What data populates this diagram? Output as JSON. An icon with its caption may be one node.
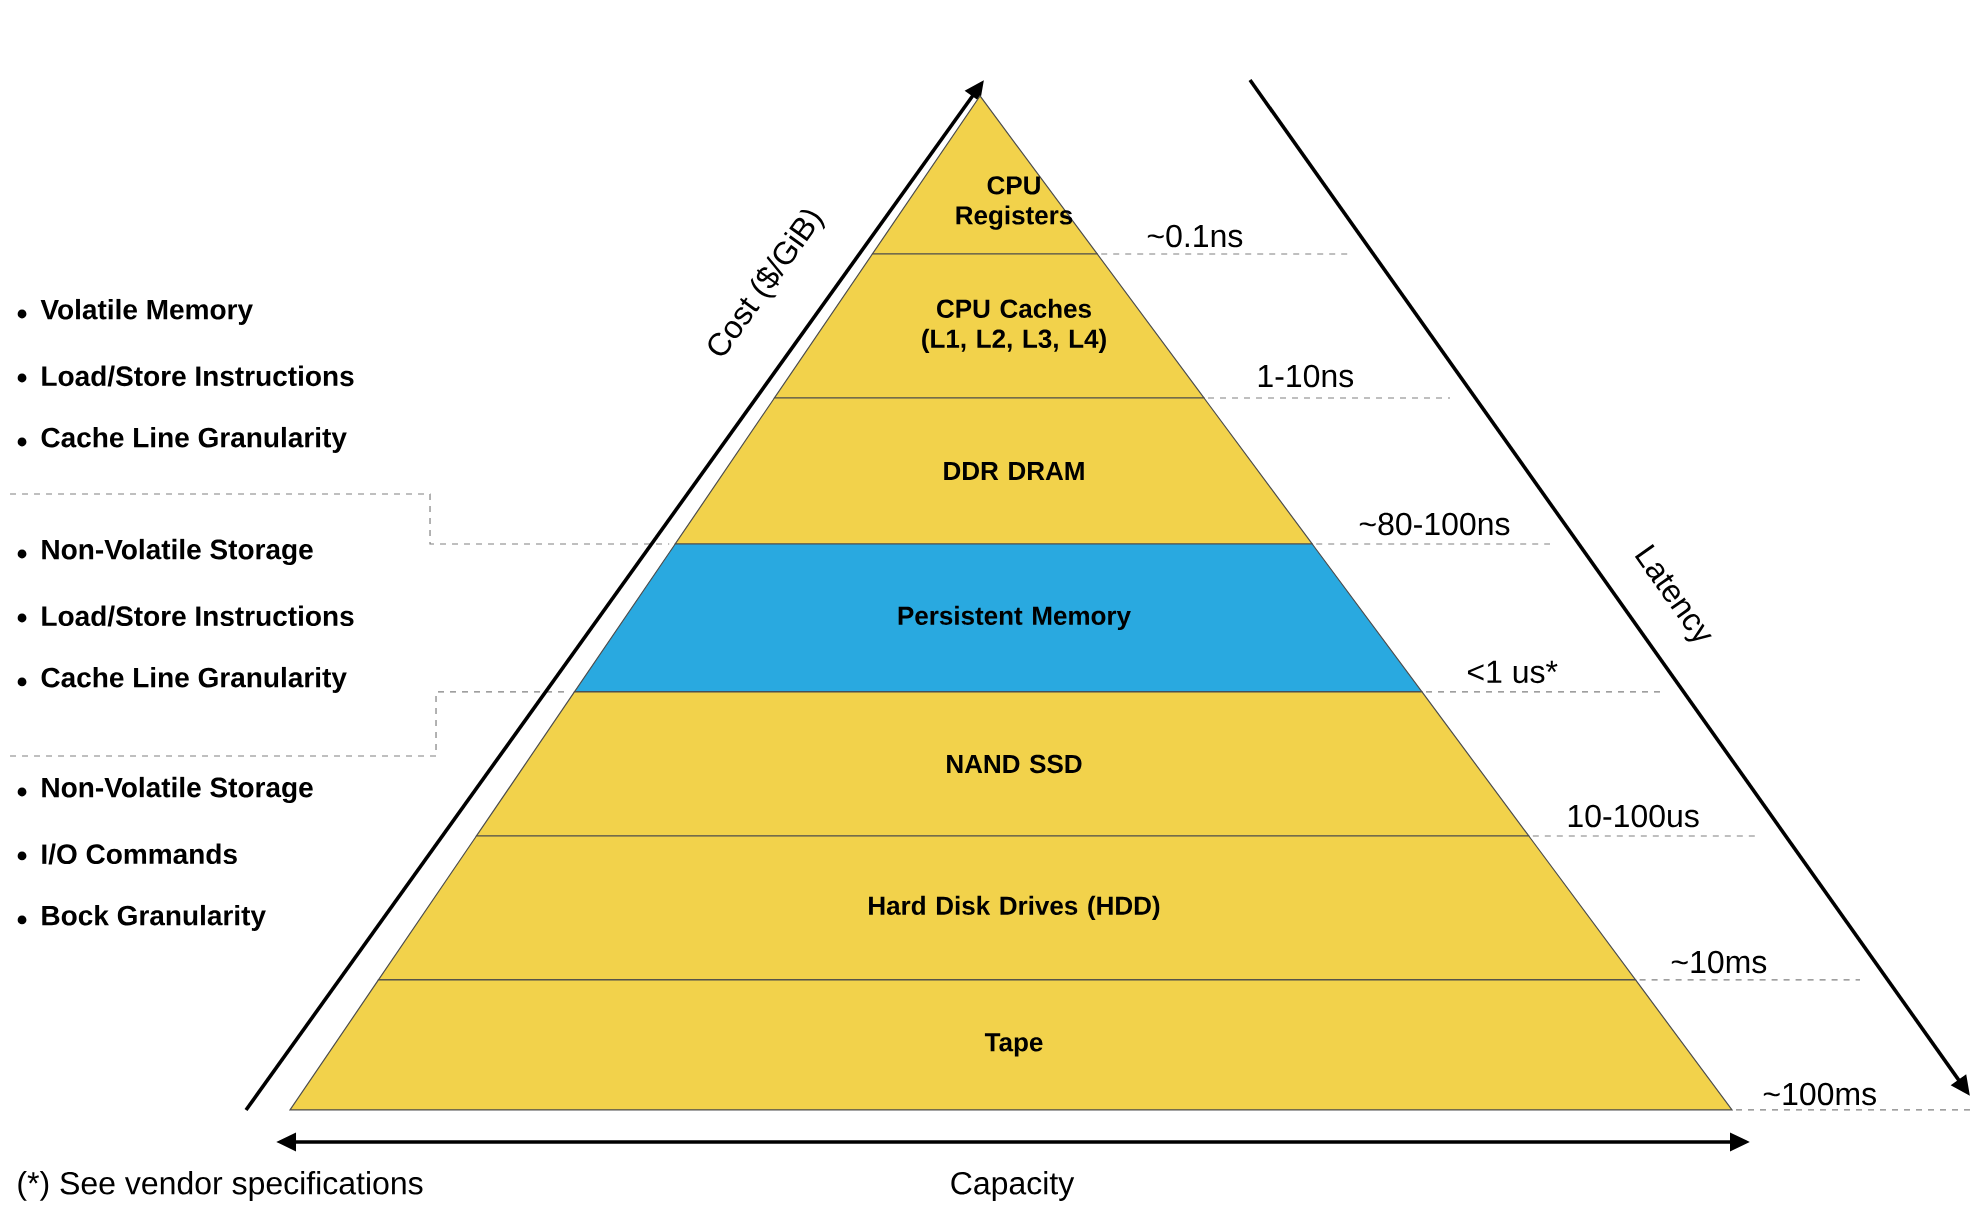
{
  "diagram": {
    "nodes": [
      {
        "text": [
          "CPU Registers"
        ]
      },
      {
        "text": [
          "CPU Caches (L1, L2, L3, L4)"
        ]
      },
      {
        "text": [
          "DDR DRAM"
        ]
      },
      {
        "text": [
          "Persistent Memory"
        ]
      },
      {
        "text": [
          "NAND SSD"
        ]
      },
      {
        "text": [
          "Hard Disk Drives (HDD)"
        ]
      },
      {
        "text": [
          "Tape"
        ]
      }
    ],
    "labels": [
      "Volatile Memory",
      "Load/Store Instructions",
      "Cache Line Granularity",
      "Non-Volatile Storage",
      "Load/Store Instructions",
      "Cache Line Granularity",
      "Non-Volatile Storage",
      "I/O Commands",
      "Bock Granularity",
      "Cost ($/GiB)",
      "~0.1ns",
      "1-10ns",
      "~80-100ns",
      "<1 us*",
      "10-100us",
      "~10ms",
      "~100ms",
      "Latency",
      "(*) See vendor specifications",
      "Capacity"
    ]
  }
}
